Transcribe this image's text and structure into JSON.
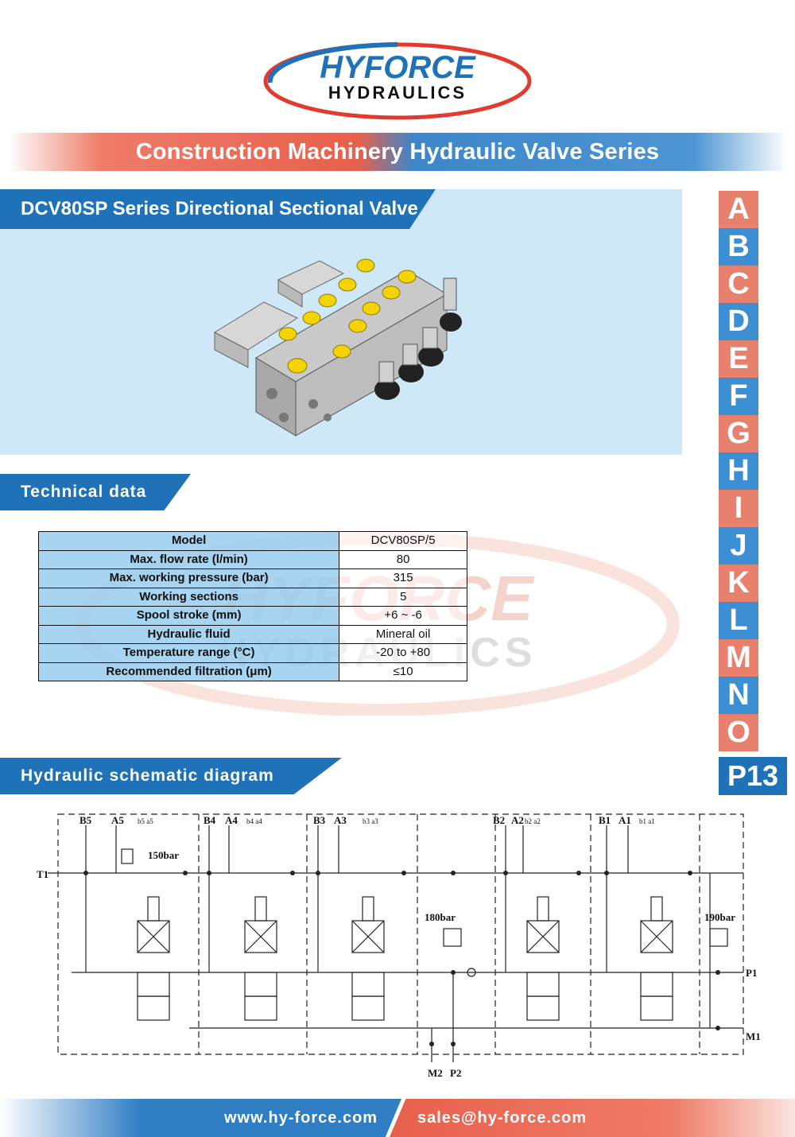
{
  "logo": {
    "line1": "HYFORCE",
    "line2": "HYDRAULICS"
  },
  "banner": {
    "title": "Construction Machinery Hydraulic Valve Series"
  },
  "product": {
    "title": "DCV80SP Series Directional Sectional Valve"
  },
  "sections": {
    "technical": "Technical data",
    "schematic": "Hydraulic schematic diagram"
  },
  "watermark": {
    "line1": "HYFORCE",
    "line2": "HYDRAULICS"
  },
  "table": {
    "rows": [
      {
        "label": "Model",
        "value": "DCV80SP/5"
      },
      {
        "label": "Max. flow rate (l/min)",
        "value": "80"
      },
      {
        "label": "Max. working pressure (bar)",
        "value": "315"
      },
      {
        "label": "Working sections",
        "value": "5"
      },
      {
        "label": "Spool stroke (mm)",
        "value": "+6 ~ -6"
      },
      {
        "label": "Hydraulic fluid",
        "value": "Mineral oil"
      },
      {
        "label": "Temperature range (°C)",
        "value": "-20 to +80"
      },
      {
        "label": "Recommended filtration (μm)",
        "value": "≤10"
      }
    ]
  },
  "index": {
    "letters": [
      "A",
      "B",
      "C",
      "D",
      "E",
      "F",
      "G",
      "H",
      "I",
      "J",
      "K",
      "L",
      "M",
      "N",
      "O"
    ],
    "page": "P13"
  },
  "schematic": {
    "ports_top": [
      "B5",
      "A5",
      "B4",
      "A4",
      "B3",
      "A3",
      "B2",
      "A2",
      "B1",
      "A1"
    ],
    "pilot_top": [
      "b5 a5",
      "b4 a4",
      "b3 a3",
      "b2 a2",
      "b1 a1"
    ],
    "tank": "T1",
    "relief_main": "150bar",
    "relief_mid": "180bar",
    "relief_right": "190bar",
    "pressure": "P1",
    "gauge_right": "M1",
    "gauge_bottom": "M2",
    "pressure_bottom": "P2"
  },
  "footer": {
    "website": "www.hy-force.com",
    "email": "sales@hy-force.com"
  },
  "colors": {
    "blue": "#1f72b8",
    "light_blue": "#cfe8f8",
    "red": "#e8604c",
    "salmon": "#e8806e"
  }
}
